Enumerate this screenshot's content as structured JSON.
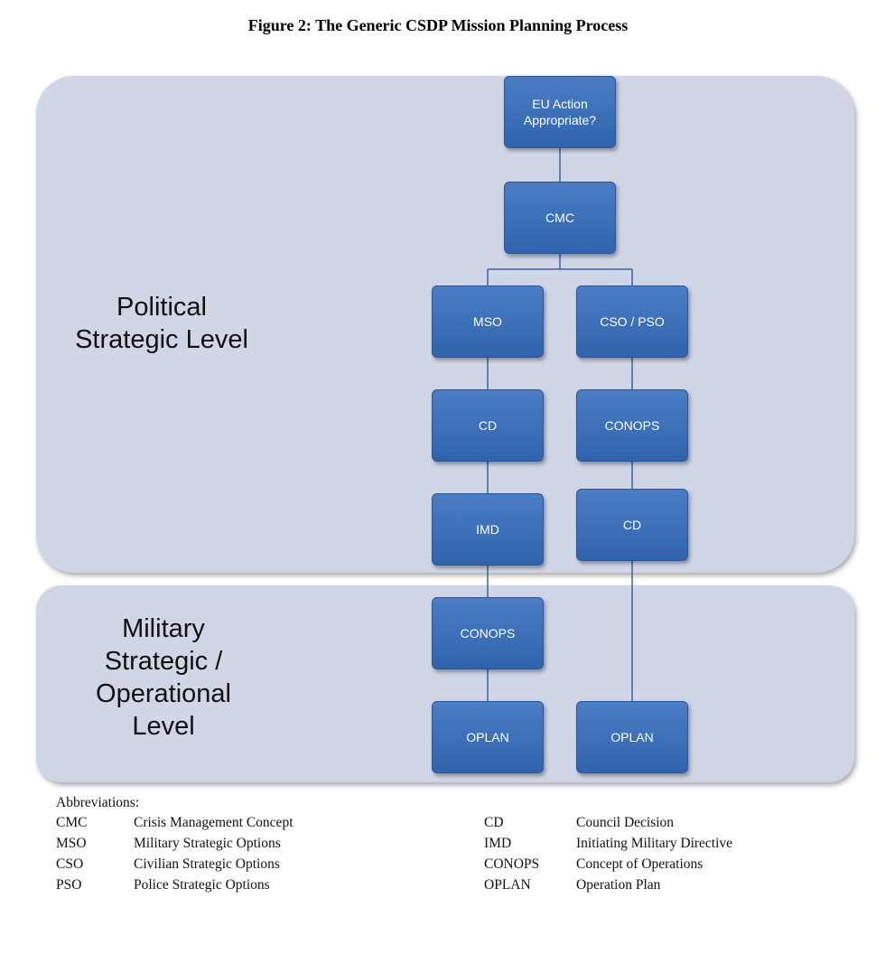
{
  "title": "Figure 2: The Generic CSDP Mission Planning Process",
  "levels": {
    "political": [
      "Political",
      "Strategic Level"
    ],
    "military": [
      "Military",
      "Strategic /",
      "Operational",
      "Level"
    ]
  },
  "nodes": {
    "eu_action": [
      "EU Action",
      "Appropriate?"
    ],
    "cmc": "CMC",
    "mso": "MSO",
    "cso_pso": "CSO / PSO",
    "cd_left": "CD",
    "conops_right": "CONOPS",
    "imd": "IMD",
    "cd_right": "CD",
    "conops_left": "CONOPS",
    "oplan_left": "OPLAN",
    "oplan_right": "OPLAN"
  },
  "abbreviations": {
    "heading": "Abbreviations:",
    "left": [
      {
        "code": "CMC",
        "meaning": "Crisis Management Concept"
      },
      {
        "code": "MSO",
        "meaning": "Military Strategic Options"
      },
      {
        "code": "CSO",
        "meaning": "Civilian Strategic Options"
      },
      {
        "code": "PSO",
        "meaning": "Police Strategic Options"
      }
    ],
    "right": [
      {
        "code": "CD",
        "meaning": "Council Decision"
      },
      {
        "code": "IMD",
        "meaning": "Initiating Military Directive"
      },
      {
        "code": "CONOPS",
        "meaning": "Concept of Operations"
      },
      {
        "code": "OPLAN",
        "meaning": "Operation Plan"
      }
    ]
  },
  "colors": {
    "box_fill": "#3b6fb8",
    "panel_fill": "#d0d6e6",
    "connector": "#3a64a0"
  }
}
